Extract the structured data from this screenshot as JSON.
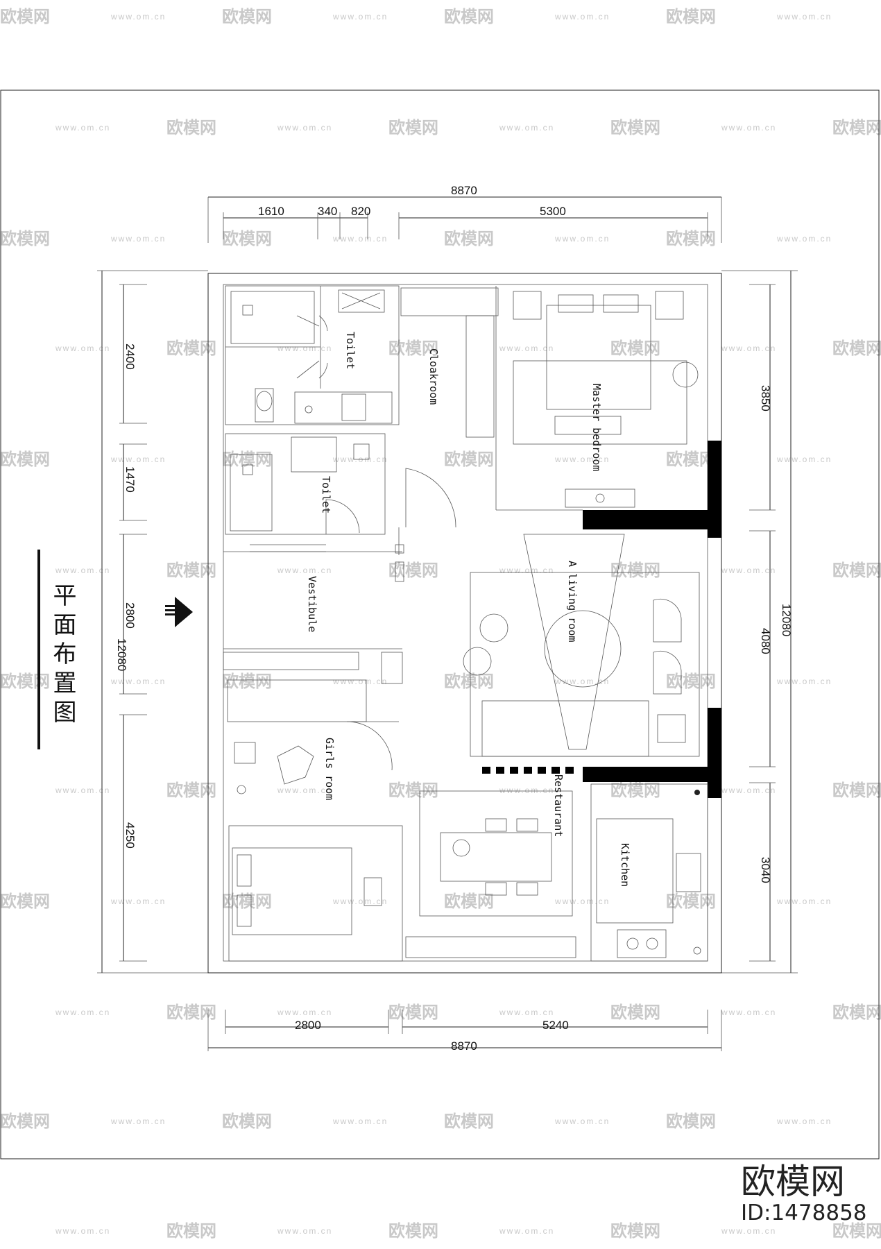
{
  "drawing": {
    "title": "平面布置图",
    "overall_width": "8870",
    "overall_width_bottom": "8870",
    "overall_height_left": "12080",
    "overall_height_right": "12080",
    "top_segments": [
      "1610",
      "340",
      "820",
      "5300"
    ],
    "bottom_segments": [
      "2800",
      "5240"
    ],
    "left_segments": [
      "2400",
      "1470",
      "2800",
      "4250"
    ],
    "right_segments": [
      "3850",
      "4080",
      "3040"
    ]
  },
  "rooms": {
    "toilet_1": "Toilet",
    "toilet_2": "Toilet",
    "cloakroom": "Cloakroom",
    "master_bedroom": "Master bedroom",
    "vestibule": "Vestibule",
    "living_room": "A living room",
    "girls_room": "Girls room",
    "restaurant": "Restaurant",
    "kitchen": "Kitchen"
  },
  "watermark": {
    "brand": "欧模网",
    "url": "www.om.cn",
    "id": "ID:1478858"
  },
  "colors": {
    "line": "#222222",
    "wall_fill": "#000000",
    "watermark": "#c9c9c9"
  }
}
